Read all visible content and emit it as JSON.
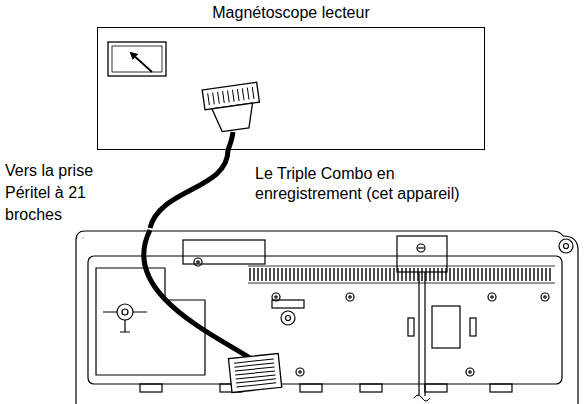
{
  "diagram": {
    "nodes": [
      {
        "text": [
          "Magnétoscope lecteur"
        ]
      },
      {
        "text": [
          "Le Triple Combo en enregistrement (cet appareil)"
        ]
      }
    ],
    "edges": [
      {
        "from": 0,
        "to": 1,
        "arrow": "none"
      }
    ],
    "labels": [
      "Vers la prise Péritel à 21 broches"
    ]
  }
}
